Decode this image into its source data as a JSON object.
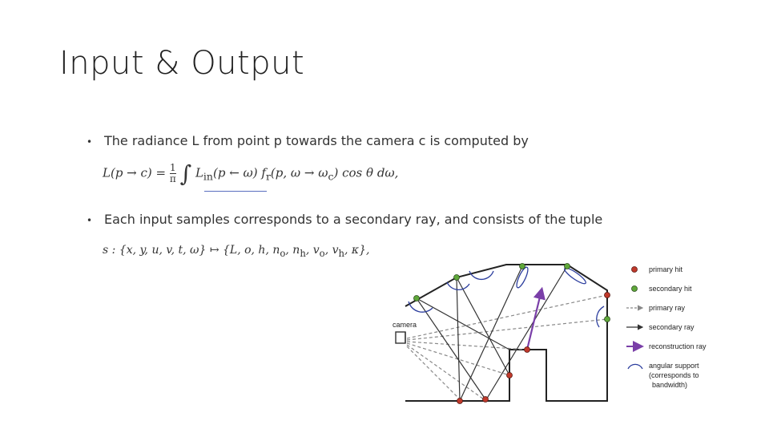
{
  "slide": {
    "title": "Input & Output",
    "bullets": [
      "The radiance L from point p towards the camera c is computed by",
      "Each input samples corresponds to a secondary ray, and consists of the tuple"
    ]
  },
  "equation1": {
    "lhs": "L(p → c) =",
    "frac_num": "1",
    "frac_den": "π",
    "integral": "∫",
    "rhs": "L",
    "rhs_sub": "in",
    "rhs2": "(p ← ω) f",
    "rhs2_sub": "r",
    "rhs3": "(p, ω → ω",
    "rhs3_sub": "c",
    "rhs4": ") cos θ dω,"
  },
  "equation2": {
    "text": "s : {x, y, u, v, t, ω} ↦ {L, o, h, n",
    "sub1": "o",
    "mid1": ", n",
    "sub2": "h",
    "mid2": ", v",
    "sub3": "o",
    "mid3": ", v",
    "sub4": "h",
    "end": ", κ},"
  },
  "diagram": {
    "camera_label": "camera",
    "legend": [
      {
        "label": "primary hit",
        "marker": "red-dot"
      },
      {
        "label": "secondary hit",
        "marker": "green-dot"
      },
      {
        "label": "primary ray",
        "marker": "dashed-arrow"
      },
      {
        "label": "secondary ray",
        "marker": "solid-arrow"
      },
      {
        "label": "reconstruction ray",
        "marker": "purple-arrow"
      },
      {
        "label": "angular support",
        "marker": "blue-arc"
      },
      {
        "label": "(corresponds to",
        "marker": "none"
      },
      {
        "label": "bandwidth)",
        "marker": "none"
      }
    ],
    "colors": {
      "primary_hit": "#c0392b",
      "secondary_hit": "#5fa83a",
      "reconstruction": "#7a3fa8",
      "support": "#2c3e9e",
      "ray": "#333333",
      "primary_ray": "#888888"
    }
  }
}
